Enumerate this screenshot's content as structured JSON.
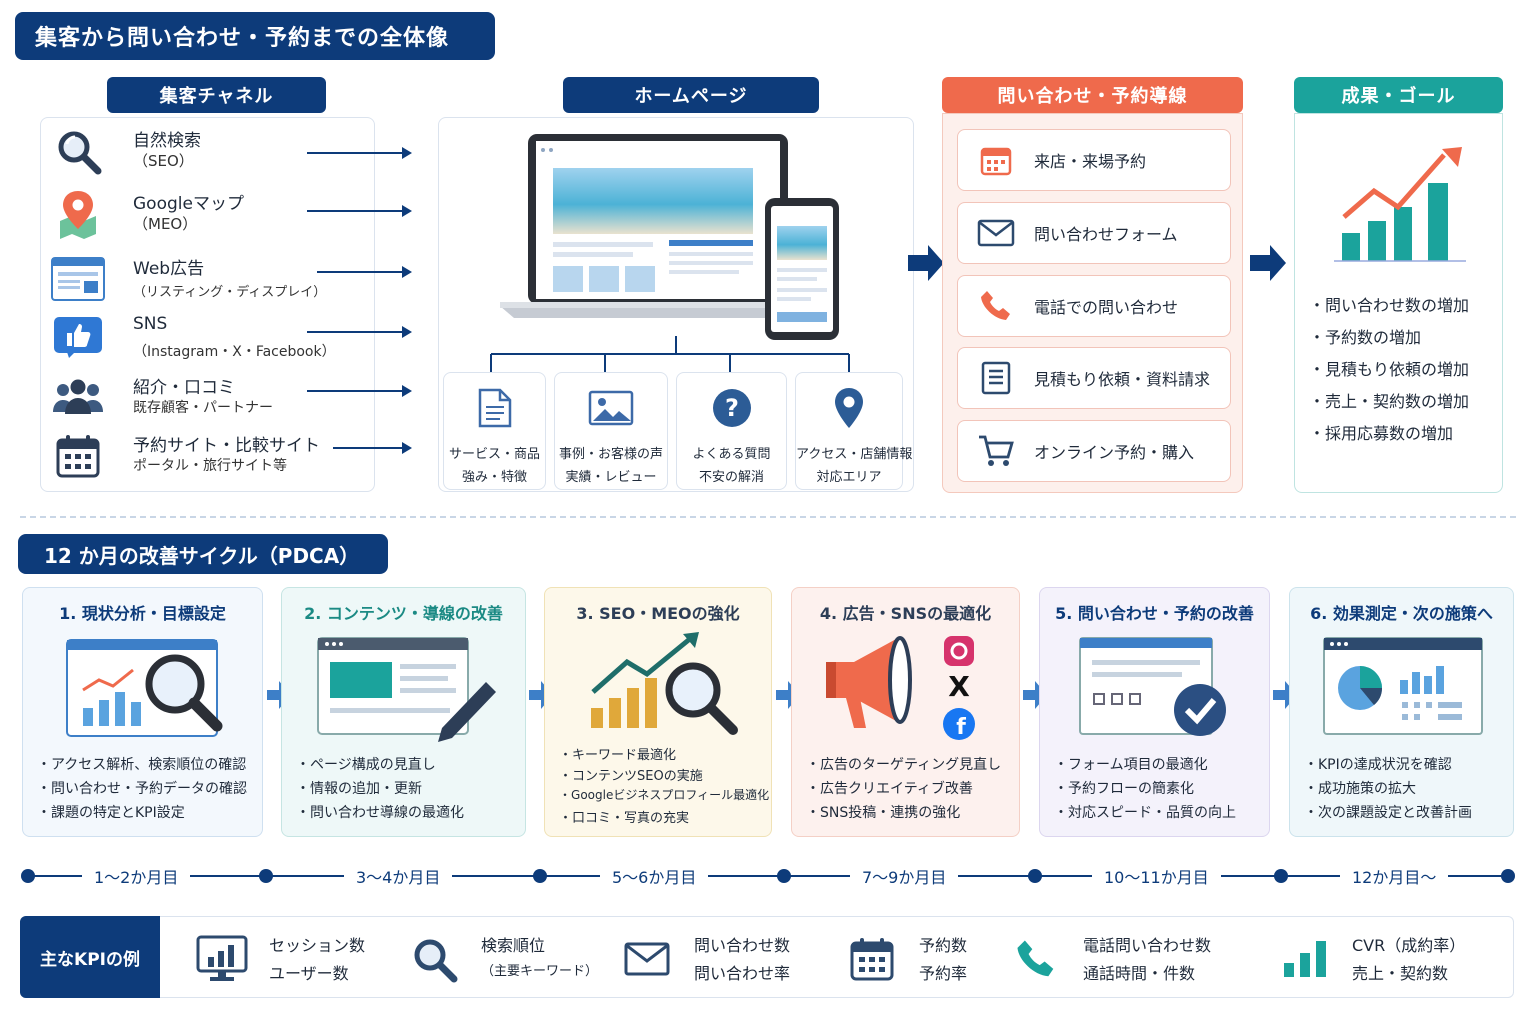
{
  "title": "集客から問い合わせ・予約までの全体像",
  "colors": {
    "navy": "#0d3b7a",
    "orange": "#ef6a4c",
    "teal": "#1ba39c"
  },
  "channels": {
    "header": "集客チャネル",
    "items": [
      {
        "icon": "search-icon",
        "title": "自然検索",
        "sub": "（SEO）"
      },
      {
        "icon": "map-pin-icon",
        "title": "Googleマップ",
        "sub": "（MEO）"
      },
      {
        "icon": "browser-ad-icon",
        "title": "Web広告",
        "sub": "（リスティング・ディスプレイ）"
      },
      {
        "icon": "thumbs-up-icon",
        "title": "SNS",
        "sub": "（Instagram・X・Facebook）"
      },
      {
        "icon": "people-icon",
        "title": "紹介・口コミ",
        "sub": "既存顧客・パートナー"
      },
      {
        "icon": "calendar-icon",
        "title": "予約サイト・比較サイト",
        "sub": "ポータル・旅行サイト等"
      }
    ]
  },
  "homepage": {
    "header": "ホームページ",
    "sections": [
      {
        "icon": "document-icon",
        "line1": "サービス・商品",
        "line2": "強み・特徴"
      },
      {
        "icon": "image-icon",
        "line1": "事例・お客様の声",
        "line2": "実績・レビュー"
      },
      {
        "icon": "question-icon",
        "line1": "よくある質問",
        "line2": "不安の解消"
      },
      {
        "icon": "location-icon",
        "line1": "アクセス・店舗情報",
        "line2": "対応エリア"
      }
    ]
  },
  "inquiry": {
    "header": "問い合わせ・予約導線",
    "items": [
      {
        "icon": "calendar-icon",
        "label": "来店・来場予約"
      },
      {
        "icon": "mail-icon",
        "label": "問い合わせフォーム"
      },
      {
        "icon": "phone-icon",
        "label": "電話での問い合わせ"
      },
      {
        "icon": "document-icon",
        "label": "見積もり依頼・資料請求"
      },
      {
        "icon": "cart-icon",
        "label": "オンライン予約・購入"
      }
    ]
  },
  "goal": {
    "header": "成果・ゴール",
    "items": [
      "問い合わせ数の増加",
      "予約数の増加",
      "見積もり依頼の増加",
      "売上・契約数の増加",
      "採用応募数の増加"
    ]
  },
  "cycle": {
    "title": "12 か月の改善サイクル（PDCA）",
    "steps": [
      {
        "num": "1.",
        "title": "現状分析・目標設定",
        "bullets": [
          "アクセス解析、検索順位の確認",
          "問い合わせ・予約データの確認",
          "課題の特定とKPI設定"
        ]
      },
      {
        "num": "2.",
        "title": "コンテンツ・導線の改善",
        "bullets": [
          "ページ構成の見直し",
          "情報の追加・更新",
          "問い合わせ導線の最適化"
        ]
      },
      {
        "num": "3.",
        "title": "SEO・MEOの強化",
        "bullets": [
          "キーワード最適化",
          "コンテンツSEOの実施",
          "Googleビジネスプロフィール最適化",
          "口コミ・写真の充実"
        ]
      },
      {
        "num": "4.",
        "title": "広告・SNSの最適化",
        "bullets": [
          "広告のターゲティング見直し",
          "広告クリエイティブ改善",
          "SNS投稿・連携の強化"
        ]
      },
      {
        "num": "5.",
        "title": "問い合わせ・予約の改善",
        "bullets": [
          "フォーム項目の最適化",
          "予約フローの簡素化",
          "対応スピード・品質の向上"
        ]
      },
      {
        "num": "6.",
        "title": "効果測定・次の施策へ",
        "bullets": [
          "KPIの達成状況を確認",
          "成功施策の拡大",
          "次の課題設定と改善計画"
        ]
      }
    ]
  },
  "timeline": [
    "1～2か月目",
    "3～4か月目",
    "5～6か月目",
    "7～9か月目",
    "10～11か月目",
    "12か月目～"
  ],
  "kpi": {
    "label": "主なKPIの例",
    "items": [
      {
        "icon": "monitor-chart-icon",
        "line1": "セッション数",
        "line2": "ユーザー数"
      },
      {
        "icon": "search-icon",
        "line1": "検索順位",
        "line2": "（主要キーワード）"
      },
      {
        "icon": "mail-icon",
        "line1": "問い合わせ数",
        "line2": "問い合わせ率"
      },
      {
        "icon": "calendar-icon",
        "line1": "予約数",
        "line2": "予約率"
      },
      {
        "icon": "phone-icon",
        "line1": "電話問い合わせ数",
        "line2": "通話時間・件数"
      },
      {
        "icon": "bar-chart-icon",
        "line1": "CVR（成約率）",
        "line2": "売上・契約数"
      }
    ]
  }
}
